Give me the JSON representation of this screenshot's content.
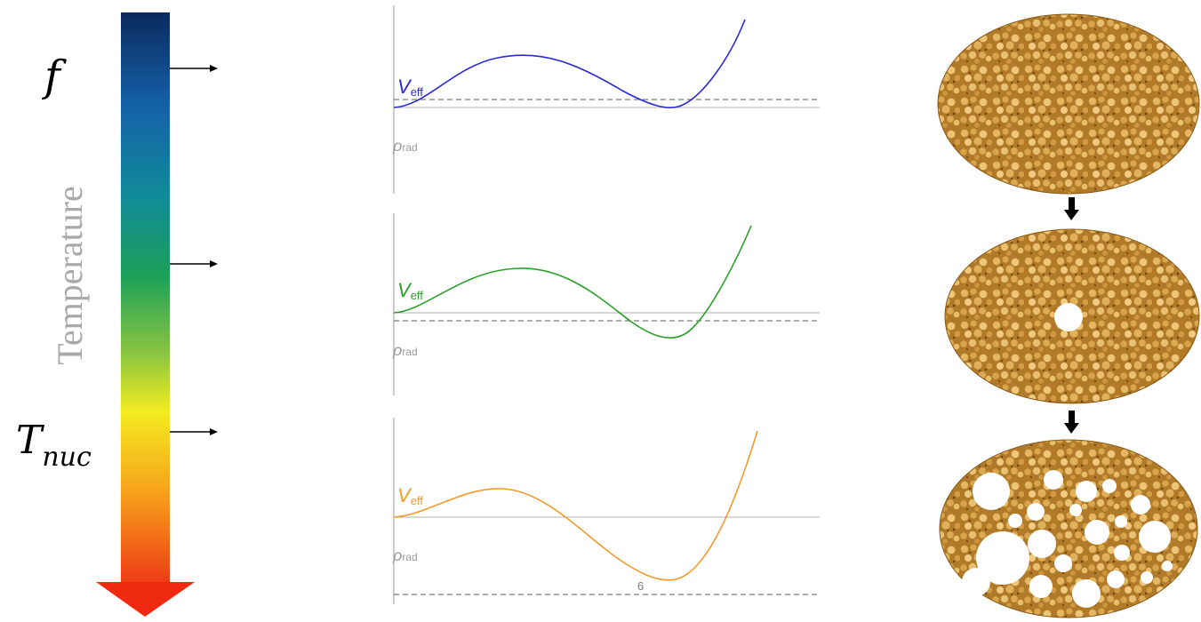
{
  "temperature_bar": {
    "axis_label": "Temperature",
    "top_label": "f",
    "nucleation_label_main": "T",
    "nucleation_label_sub": "nuc",
    "gradient_colors": [
      "#0b2a5c",
      "#1460a8",
      "#118a9a",
      "#1aa05a",
      "#8cc63f",
      "#f4ec20",
      "#f7a21c",
      "#ef3b16"
    ]
  },
  "potential_panels": [
    {
      "curve_label": "V",
      "curve_label_sub": "eff",
      "rho_label": "ρ",
      "rho_sub": "rad",
      "color": "#2a2ad6"
    },
    {
      "curve_label": "V",
      "curve_label_sub": "eff",
      "rho_label": "ρ",
      "rho_sub": "rad",
      "color": "#2aa02a"
    },
    {
      "curve_label": "V",
      "curve_label_sub": "eff",
      "rho_label": "ρ",
      "rho_sub": "rad",
      "color": "#f39a2a",
      "annotation": "6"
    }
  ],
  "bubble_panels": [
    {
      "name": "no-bubbles",
      "bubbles": 0
    },
    {
      "name": "single-bubble",
      "bubbles": 1
    },
    {
      "name": "many-bubbles",
      "bubbles": 21
    }
  ],
  "colors": {
    "granule_base": "#b07a28",
    "granule_light": "#e8c070",
    "granule_dark": "#6a4010",
    "guide_line": "#888888",
    "arrow": "#000000"
  }
}
